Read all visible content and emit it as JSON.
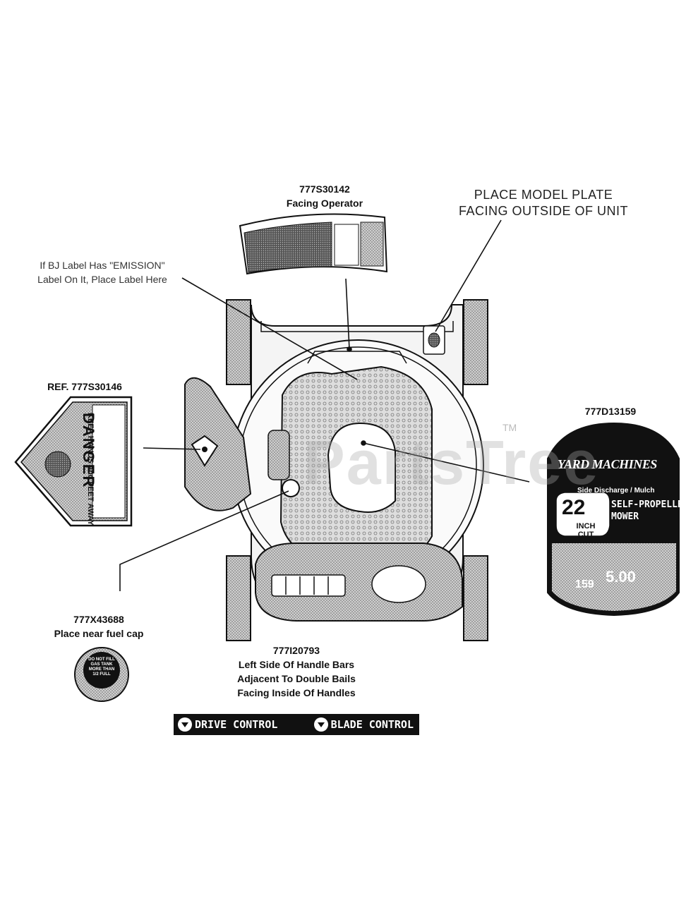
{
  "labels": {
    "operator_part": "777S30142",
    "operator_desc": "Facing Operator",
    "model_plate_line1": "PLACE MODEL PLATE",
    "model_plate_line2": "FACING OUTSIDE OF UNIT",
    "emission_line1": "If BJ Label Has \"EMISSION\"",
    "emission_line2": "Label On It, Place Label Here",
    "danger_ref": "REF. 777S30146",
    "badge_part": "777D13159",
    "fuel_part": "777X43688",
    "fuel_desc": "Place near fuel cap",
    "handle_part": "777I20793",
    "handle_line1": "Left Side Of Handle Bars",
    "handle_line2": "Adjacent To Double Bails",
    "handle_line3": "Facing Inside Of Handles"
  },
  "danger_decal": {
    "word": "DANGER",
    "subtext": "KEEP HANDS and FEET AWAY"
  },
  "badge_decal": {
    "brand": "YARD MACHINES",
    "subtitle": "Side Discharge / Mulch",
    "type_line1": "SELF-PROPELLED",
    "type_line2": "MOWER",
    "size": "22",
    "size_unit_line1": "INCH",
    "size_unit_line2": "CUT",
    "engine_value": "5.00",
    "engine_cc": "159"
  },
  "fuel_decal": {
    "text": "DO NOT FILL GAS TANK MORE THAN 1/2 FULL"
  },
  "control_bar": {
    "left": "DRIVE CONTROL",
    "right": "BLADE CONTROL"
  },
  "watermark": {
    "text": "PartsTree",
    "trademark": "TM"
  }
}
